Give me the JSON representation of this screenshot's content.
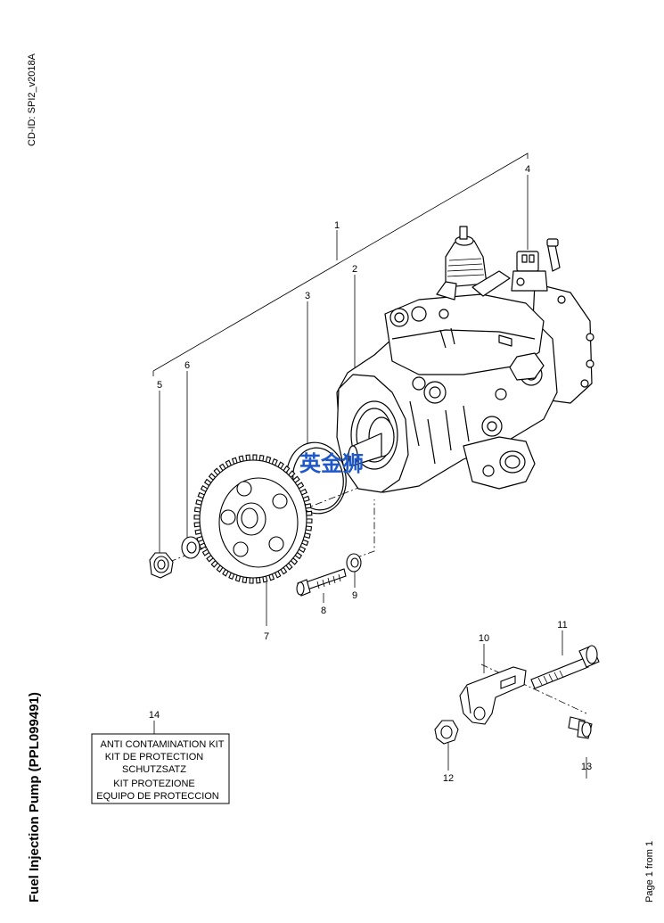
{
  "header": {
    "cd_id": "CD-ID: SPI2_v2018A"
  },
  "footer": {
    "title": "Fuel Injection Pump (PPL099491)",
    "page": "Page 1 from 1"
  },
  "callouts": [
    {
      "id": "1",
      "label": "1"
    },
    {
      "id": "2",
      "label": "2"
    },
    {
      "id": "3",
      "label": "3"
    },
    {
      "id": "4",
      "label": "4"
    },
    {
      "id": "5",
      "label": "5"
    },
    {
      "id": "6",
      "label": "6"
    },
    {
      "id": "7",
      "label": "7"
    },
    {
      "id": "8",
      "label": "8"
    },
    {
      "id": "9",
      "label": "9"
    },
    {
      "id": "10",
      "label": "10"
    },
    {
      "id": "11",
      "label": "11"
    },
    {
      "id": "12",
      "label": "12"
    },
    {
      "id": "13",
      "label": "13"
    },
    {
      "id": "14",
      "label": "14"
    }
  ],
  "kit_box": {
    "lines": [
      "ANTI CONTAMINATION KIT",
      "KIT DE PROTECTION",
      "SCHUTZSATZ",
      "KIT PROTEZIONE",
      "EQUIPO DE PROTECCION"
    ]
  },
  "watermark": "英金狮",
  "colors": {
    "line": "#000000",
    "watermark": "#1f58c8",
    "background": "#ffffff"
  }
}
